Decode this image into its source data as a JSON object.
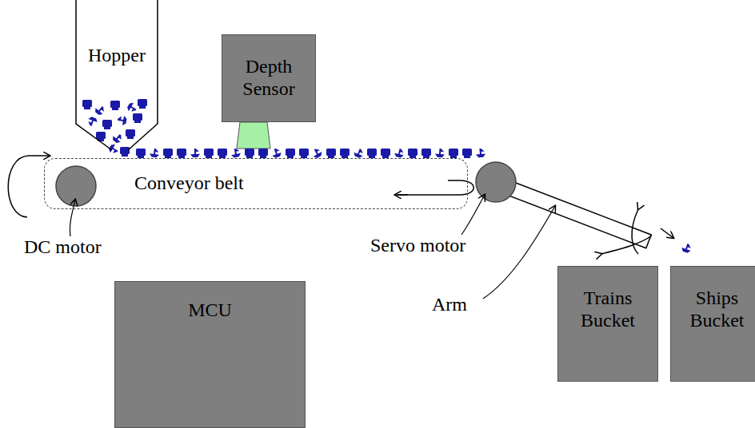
{
  "diagram": {
    "nodes": [
      {
        "text": [
          "Hopper"
        ]
      },
      {
        "text": [
          "Depth Sensor"
        ]
      },
      {
        "text": [
          "Conveyor belt"
        ]
      },
      {
        "text": [
          "MCU"
        ]
      },
      {
        "text": [
          "Trains Bucket"
        ]
      },
      {
        "text": [
          "Ships Bucket"
        ]
      }
    ],
    "labels": [
      "DC motor",
      "Servo motor",
      "Arm"
    ]
  }
}
